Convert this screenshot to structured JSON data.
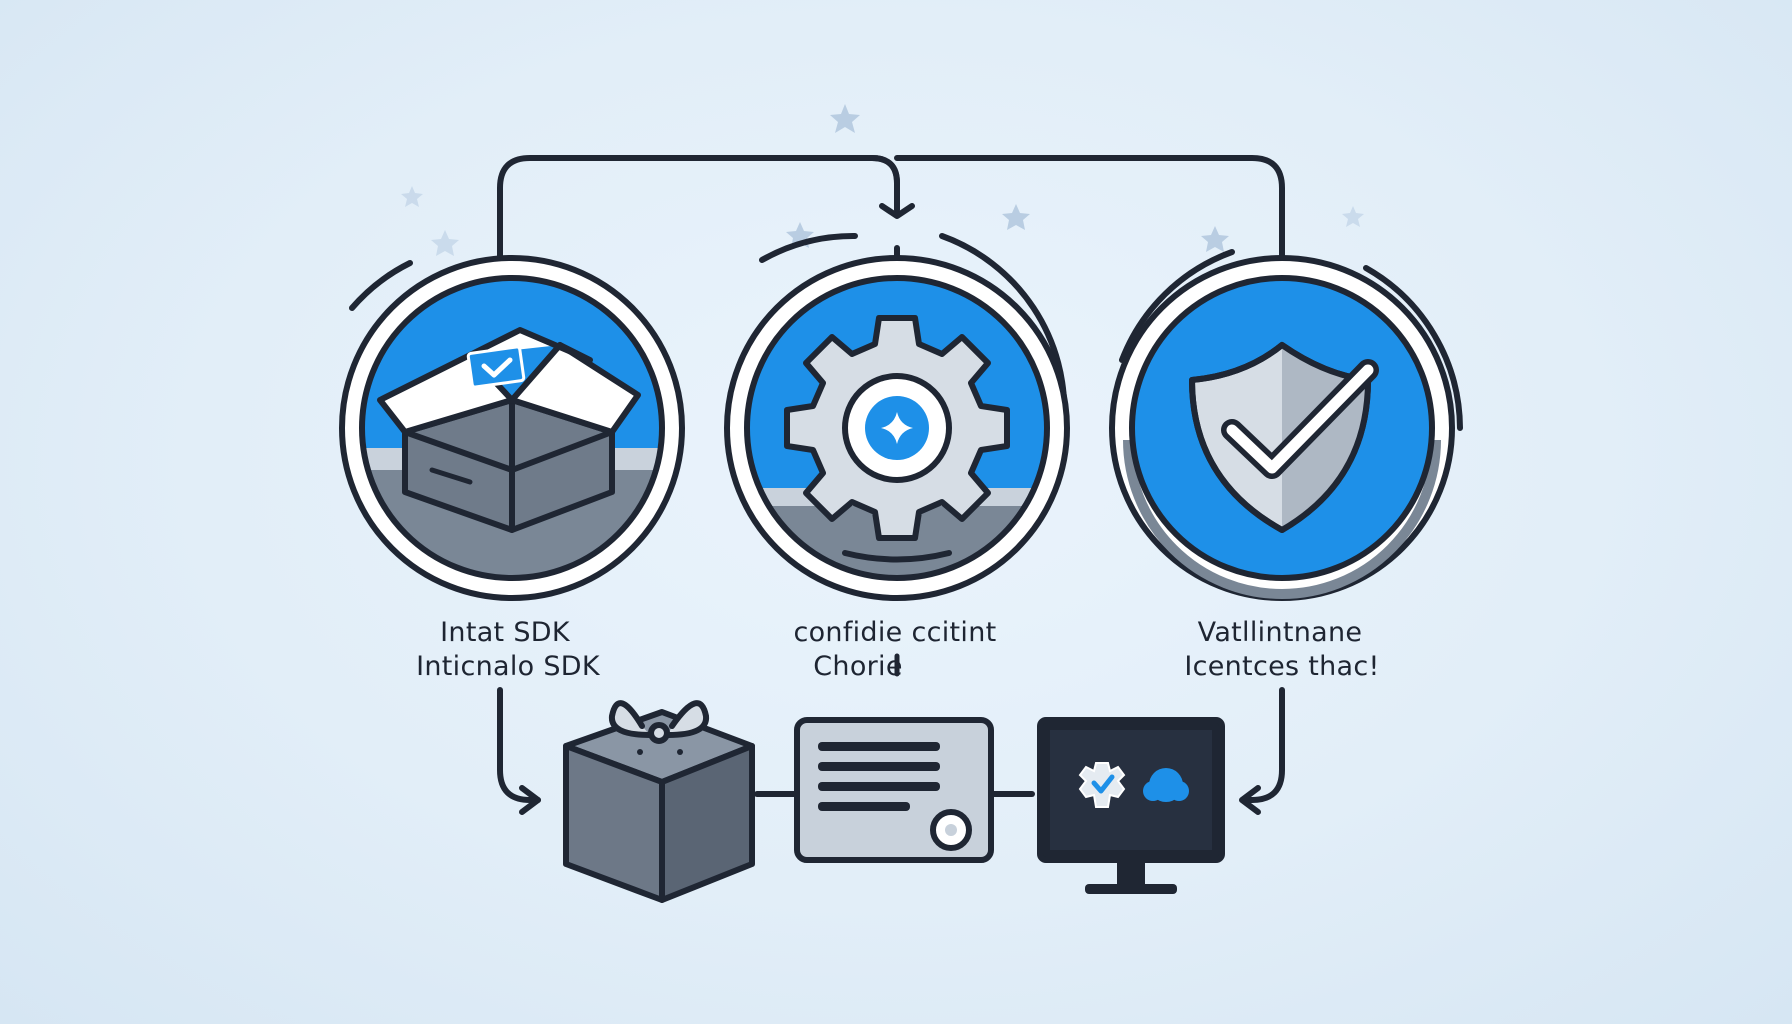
{
  "steps": [
    {
      "icon": "open-box-icon",
      "label_line1": "Intat SDK",
      "label_line2": "Inticnalo SDK"
    },
    {
      "icon": "gear-icon",
      "label_line1": "confidie ccitint",
      "label_line2": "Chorie"
    },
    {
      "icon": "shield-check-icon",
      "label_line1": "Vatllintnane",
      "label_line2": "Icentces thac!"
    }
  ],
  "bottom_items": [
    {
      "icon": "package-box-icon"
    },
    {
      "icon": "config-card-icon"
    },
    {
      "icon": "monitor-icon"
    }
  ],
  "colors": {
    "background": "#e4effa",
    "accent_blue": "#1e90e8",
    "outline_dark": "#1f2633",
    "gray": "#7a8796",
    "light_gray": "#c9d2dc"
  }
}
